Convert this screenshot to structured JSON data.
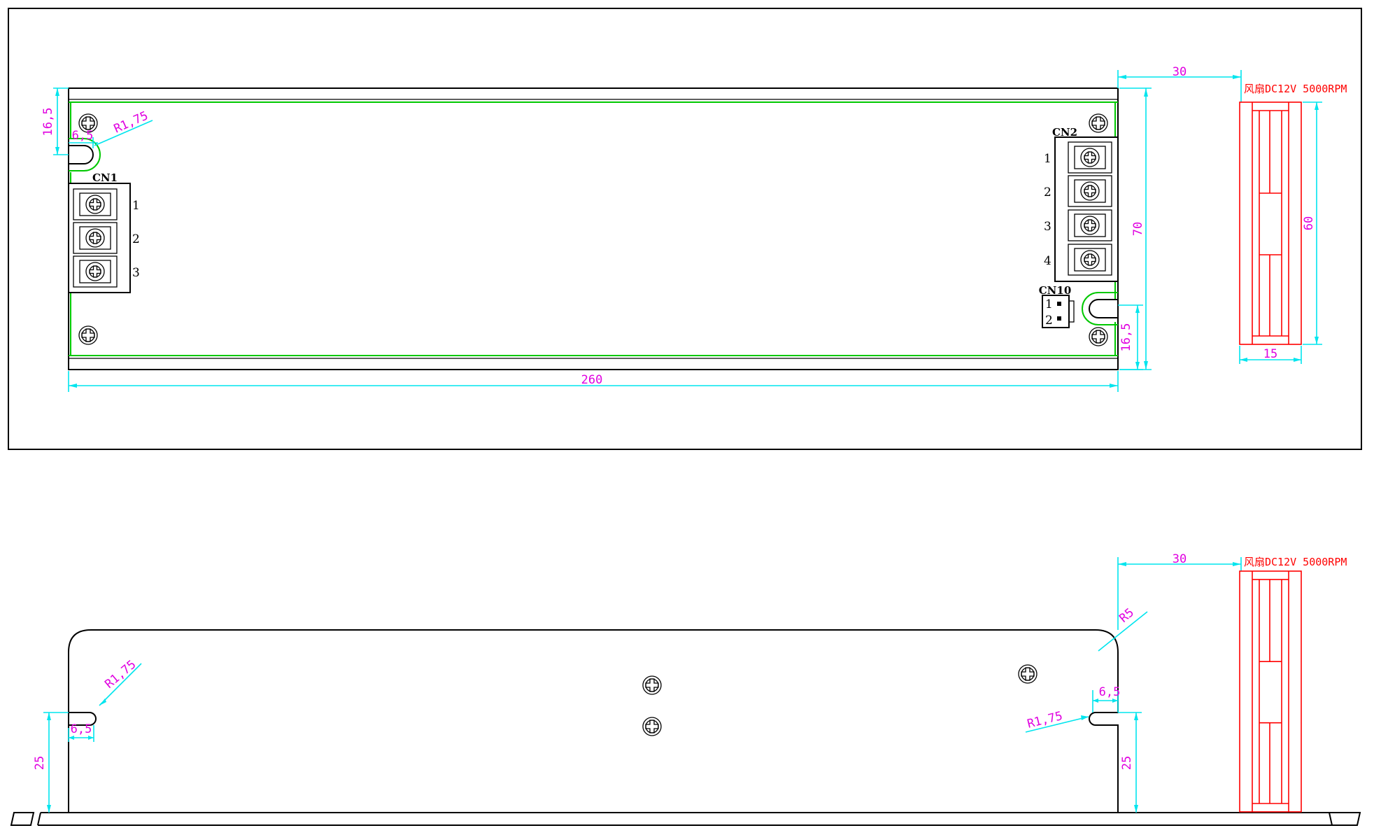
{
  "top_view": {
    "dim_length": "260",
    "dim_height": "70",
    "dim_slot_offset_left": "16,5",
    "dim_slot_width_left": "6,5",
    "dim_radius_left": "R1,75",
    "dim_slot_offset_right": "16,5",
    "dim_fan_gap": "30",
    "cn1": {
      "label": "CN1",
      "pins": [
        "1",
        "2",
        "3"
      ]
    },
    "cn2": {
      "label": "CN2",
      "pins": [
        "1",
        "2",
        "3",
        "4"
      ]
    },
    "cn10": {
      "label": "CN10",
      "pins": [
        "1",
        "2"
      ]
    },
    "fan": {
      "note": "风扇DC12V 5000RPM",
      "dim_height": "60",
      "dim_width": "15"
    }
  },
  "side_view": {
    "dim_fan_gap": "30",
    "dim_corner_radius": "R5",
    "dim_radius_left": "R1,75",
    "dim_slot_width_left": "6,5",
    "dim_slot_height_left": "25",
    "dim_radius_right": "R1,75",
    "dim_slot_width_right": "6,5",
    "dim_slot_height_right": "25",
    "fan": {
      "note": "风扇DC12V 5000RPM"
    }
  }
}
